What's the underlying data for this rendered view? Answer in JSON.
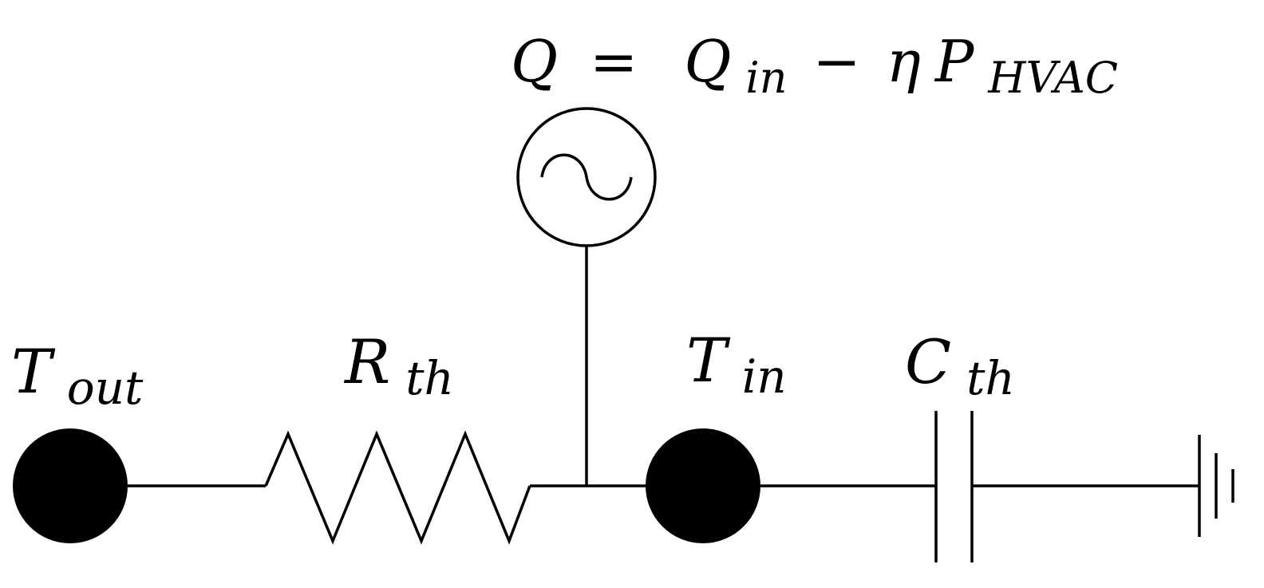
{
  "diagram": {
    "source_equation": {
      "lhs": "Q",
      "equals": "=",
      "term1": "Q",
      "term1_sub": "in",
      "minus": "−",
      "coef": "η",
      "term2": "P",
      "term2_sub": "HVAC"
    },
    "nodes": {
      "outdoor": {
        "symbol": "T",
        "sub": "out"
      },
      "indoor": {
        "symbol": "T",
        "sub": "in"
      }
    },
    "resistor": {
      "symbol": "R",
      "sub": "th"
    },
    "capacitor": {
      "symbol": "C",
      "sub": "th"
    },
    "colors": {
      "stroke": "#000000",
      "background": "#ffffff"
    }
  }
}
